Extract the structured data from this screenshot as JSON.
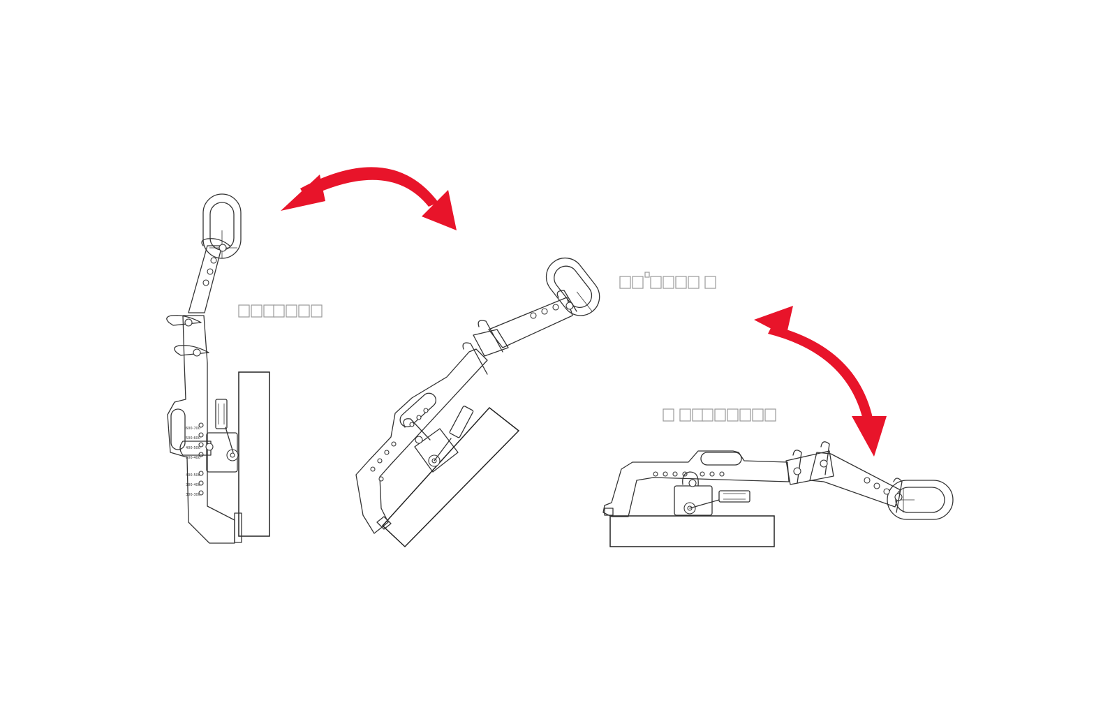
{
  "colors": {
    "arrow": "#e8142a",
    "line_art": "#333333",
    "background": "#ffffff",
    "placeholder_marks": "#999999"
  },
  "figure": {
    "description_glyph_rows": [
      {
        "position": "beside-vertical-lifter",
        "glyph_count": 7
      },
      {
        "position": "beside-tilted-lifter",
        "glyph_count": 7
      },
      {
        "position": "above-horizontal-lifter",
        "glyph_count": 9
      }
    ],
    "scale_markers_vertical": [
      "600-700",
      "500-600",
      "400-500",
      "300-400",
      "400-500",
      "300-400",
      "300-300"
    ],
    "arrows": [
      {
        "name": "rotation-arrow-top",
        "meaning": "rotate between vertical and tilted position"
      },
      {
        "name": "rotation-arrow-right",
        "meaning": "rotate between tilted and horizontal position"
      }
    ]
  }
}
